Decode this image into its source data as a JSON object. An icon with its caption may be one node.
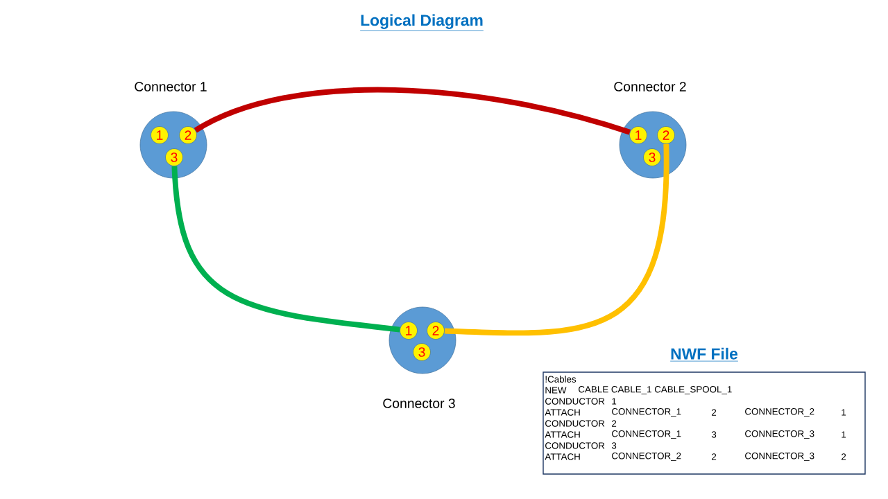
{
  "diagram": {
    "title": "Logical Diagram",
    "nodes": [
      {
        "text": [
          "Connector 1"
        ]
      },
      {
        "text": [
          "1"
        ],
        "in": 0
      },
      {
        "text": [
          "2"
        ],
        "in": 0
      },
      {
        "text": [
          "3"
        ],
        "in": 0
      },
      {
        "text": [
          "Connector 2"
        ]
      },
      {
        "text": [
          "1"
        ],
        "in": 4
      },
      {
        "text": [
          "2"
        ],
        "in": 4
      },
      {
        "text": [
          "3"
        ],
        "in": 4
      },
      {
        "text": [
          "Connector 3"
        ]
      },
      {
        "text": [
          "1"
        ],
        "in": 8
      },
      {
        "text": [
          "2"
        ],
        "in": 8
      },
      {
        "text": [
          "3"
        ],
        "in": 8
      },
      {
        "text": [
          "NWF File",
          "!Cables",
          "NEW",
          "CABLE CABLE_1 CABLE_SPOOL_1",
          "CONDUCTOR",
          "1",
          "ATTACH",
          "CONNECTOR_1",
          "2",
          "CONNECTOR_2",
          "1",
          "CONDUCTOR",
          "2",
          "ATTACH",
          "CONNECTOR_1",
          "3",
          "CONNECTOR_3",
          "1",
          "CONDUCTOR",
          "3",
          "ATTACH",
          "CONNECTOR_2",
          "2",
          "CONNECTOR_3",
          "2"
        ]
      }
    ],
    "edges": [
      {
        "from": 2,
        "to": 5,
        "arrow": "none",
        "color": "#c00000"
      },
      {
        "from": 3,
        "to": 9,
        "arrow": "none",
        "color": "#00b050"
      },
      {
        "from": 6,
        "to": 10,
        "arrow": "none",
        "color": "#ffc000"
      }
    ]
  }
}
